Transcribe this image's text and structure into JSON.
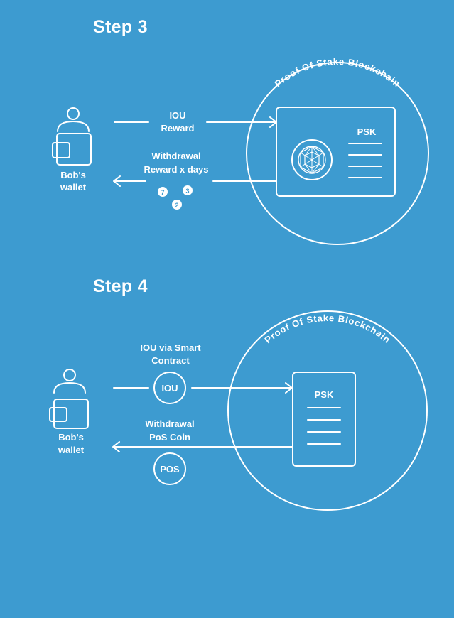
{
  "step3": {
    "title": "Step 3",
    "chain_label": "Proof Of Stake Blockchain",
    "wallet_label_line1": "Bob's",
    "wallet_label_line2": "wallet",
    "arrow_top_line1": "IOU",
    "arrow_top_line2": "Reward",
    "arrow_bottom_line1": "Withdrawal",
    "arrow_bottom_line2": "Reward x days",
    "coins": [
      "7",
      "3",
      "2"
    ],
    "card_label": "PSK"
  },
  "step4": {
    "title": "Step 4",
    "chain_label": "Proof Of Stake Blockchain",
    "wallet_label_line1": "Bob's",
    "wallet_label_line2": "wallet",
    "arrow_top_line1": "IOU via Smart",
    "arrow_top_line2": "Contract",
    "arrow_top_badge": "IOU",
    "arrow_bottom_line1": "Withdrawal",
    "arrow_bottom_line2": "PoS Coin",
    "arrow_bottom_badge": "POS",
    "card_label": "PSK"
  },
  "colors": {
    "background": "#3d9bd0",
    "foreground": "#ffffff"
  },
  "icons": [
    "person-icon",
    "wallet-icon",
    "network-sphere-icon",
    "coin-icon"
  ]
}
